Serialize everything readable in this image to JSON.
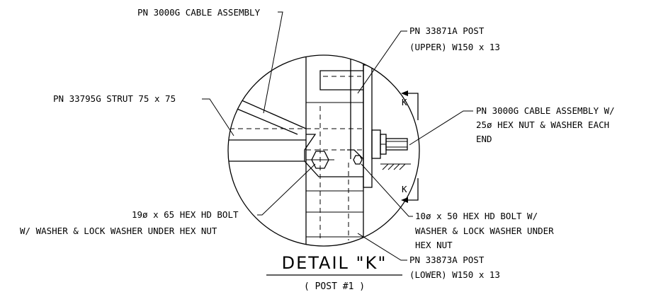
{
  "labels": {
    "cable_assembly": "PN 3000G CABLE ASSEMBLY",
    "post_upper_pn": "PN 33871A POST",
    "post_upper_spec": "(UPPER) W150 x 13",
    "strut": "PN 33795G STRUT 75 x 75",
    "cable_assembly_w_line1": "PN 3000G CABLE ASSEMBLY W/",
    "cable_assembly_w_line2": "25ø HEX NUT & WASHER EACH",
    "cable_assembly_w_line3": "END",
    "hex_bolt_19_line1": "19ø x 65 HEX HD BOLT",
    "hex_bolt_19_line2": "W/ WASHER & LOCK WASHER UNDER HEX NUT",
    "hex_bolt_10_line1": "10ø x 50 HEX HD BOLT W/",
    "hex_bolt_10_line2": "WASHER & LOCK WASHER UNDER",
    "hex_bolt_10_line3": "HEX NUT",
    "post_lower_pn": "PN 33873A POST",
    "post_lower_spec": "(LOWER) W150 x 13"
  },
  "section_markers": [
    "K",
    "K"
  ],
  "detail_title": "DETAIL \"K\"",
  "detail_subtitle": "( POST #1 )"
}
